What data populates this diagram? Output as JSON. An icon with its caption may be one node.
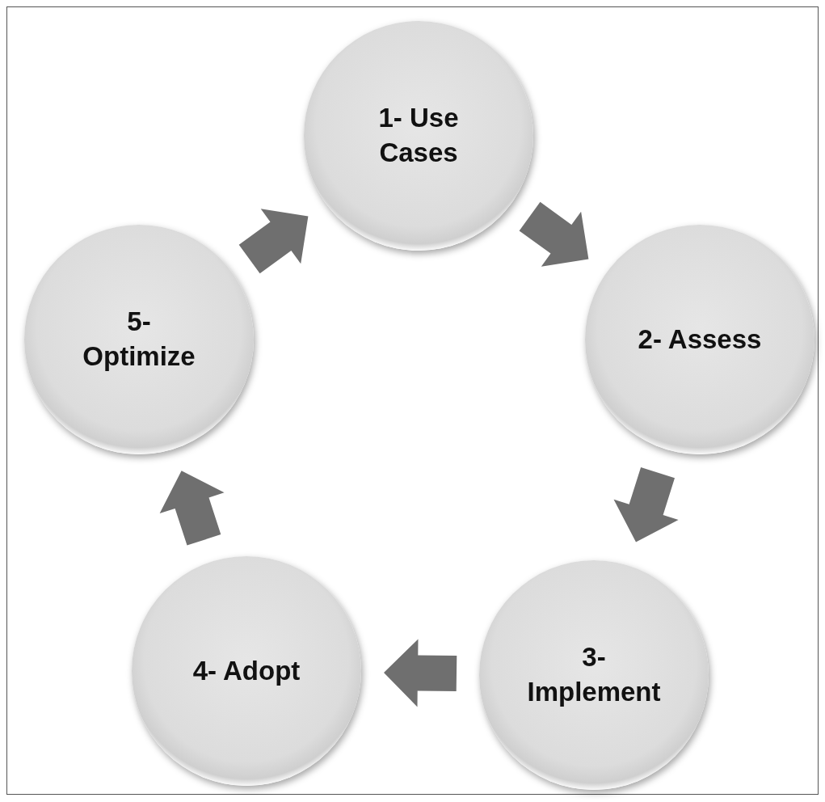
{
  "diagram": {
    "nodes": [
      {
        "text": [
          "1- Use Cases"
        ]
      },
      {
        "text": [
          "2- Assess"
        ]
      },
      {
        "text": [
          "3- Implement"
        ]
      },
      {
        "text": [
          "4- Adopt"
        ]
      },
      {
        "text": [
          "5- Optimize"
        ]
      }
    ],
    "edges": [
      {
        "from": 0,
        "to": 1,
        "arrow": "to"
      },
      {
        "from": 1,
        "to": 2,
        "arrow": "to"
      },
      {
        "from": 2,
        "to": 3,
        "arrow": "to"
      },
      {
        "from": 3,
        "to": 4,
        "arrow": "to"
      },
      {
        "from": 4,
        "to": 0,
        "arrow": "to"
      }
    ]
  }
}
